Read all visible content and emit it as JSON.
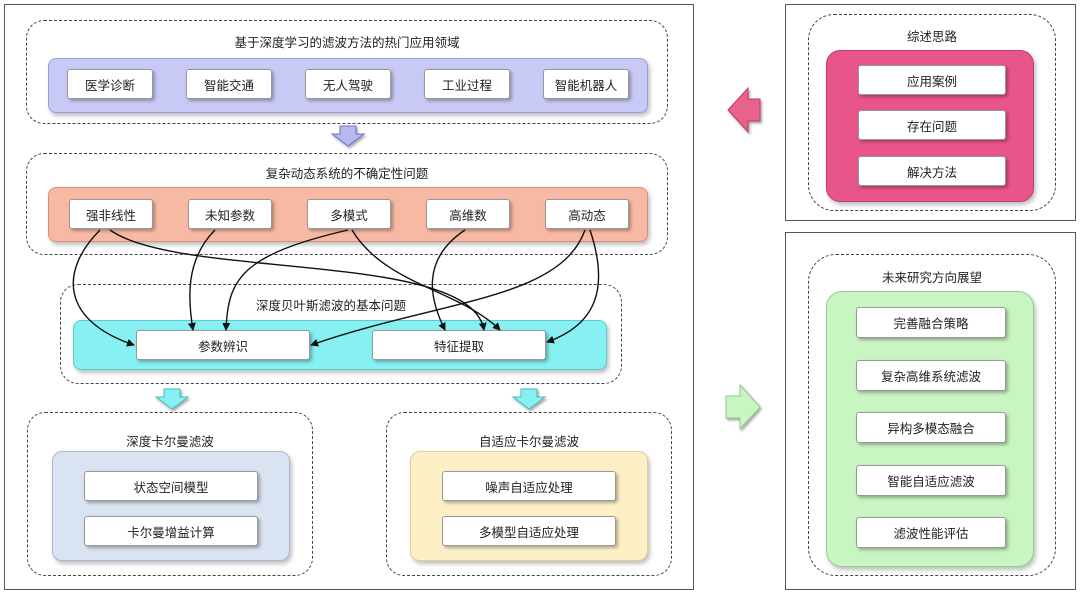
{
  "hot_fields": {
    "title": "基于深度学习的滤波方法的热门应用领域",
    "items": [
      "医学诊断",
      "智能交通",
      "无人驾驶",
      "工业过程",
      "智能机器人"
    ]
  },
  "uncertainty": {
    "title": "复杂动态系统的不确定性问题",
    "items": [
      "强非线性",
      "未知参数",
      "多模式",
      "高维数",
      "高动态"
    ]
  },
  "bayes": {
    "title": "深度贝叶斯滤波的基本问题",
    "items": [
      "参数辨识",
      "特征提取"
    ]
  },
  "deep_kalman": {
    "title": "深度卡尔曼滤波",
    "items": [
      "状态空间模型",
      "卡尔曼增益计算"
    ]
  },
  "adaptive_kalman": {
    "title": "自适应卡尔曼滤波",
    "items": [
      "噪声自适应处理",
      "多模型自适应处理"
    ]
  },
  "review": {
    "title": "综述思路",
    "items": [
      "应用案例",
      "存在问题",
      "解决方法"
    ]
  },
  "future": {
    "title": "未来研究方向展望",
    "items": [
      "完善融合策略",
      "复杂高维系统滤波",
      "异构多模态融合",
      "智能自适应滤波",
      "滤波性能评估"
    ]
  },
  "colors": {
    "hot_band": "#c9c9f5",
    "uncertainty_band": "#f7b9a3",
    "bayes_band": "#86f0f3",
    "deep_kalman_band": "#d9e3f1",
    "adaptive_kalman_band": "#fdf0c6",
    "review_band": "#e8558a",
    "future_band": "#c9f5c2",
    "down_arrow_blue": "#b8b8f0",
    "down_arrow_cyan": "#86f0f3",
    "left_arrow": "#e8638c",
    "right_arrow": "#c9f5c2"
  }
}
